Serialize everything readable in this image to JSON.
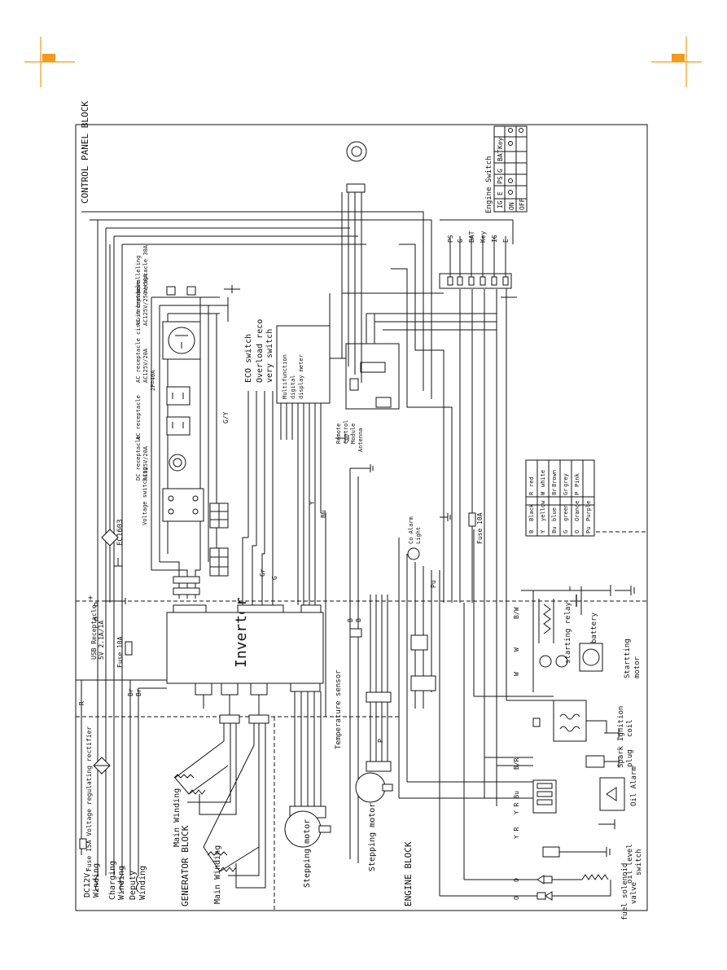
{
  "blocks": {
    "control_panel": "CONTROL PANEL BLOCK",
    "generator": "GENERATOR BLOCK",
    "engine": "ENGINE BLOCK"
  },
  "components": {
    "inverter": "Inverter",
    "usb": "USB Receptacle",
    "usb_rating": "5V 2.1A/1A",
    "fuse_usb": "Fuse 10A",
    "fuse_dc": "Fuse 10A",
    "fuse_15a_rect": "Fuse 15A Voltage regulating rectifier",
    "ec": "EC1603",
    "eco_switch": "ECO switch",
    "overload": "Overload reco",
    "overload2": "very switch",
    "display": "Multifunction",
    "display2": "digital",
    "display3": "display meter",
    "remote": "Remote",
    "remote2": "Control",
    "remote3": "Module",
    "remote4": "Antenna",
    "co_alarm": "Co Alarm",
    "co_alarm2": "Light",
    "temp_sensor": "Temperature sensor",
    "stepping_motor_gen": "Stepping motor",
    "stepping_motor_eng": "Stepping motor",
    "main_winding_1": "Main Winding",
    "main_winding_2": "Main Winding",
    "dc12v_1": "DC12V-",
    "dc12v_2": "Winding",
    "charging_1": "Charging",
    "charging_2": "Winding",
    "deputy_1": "Deputy",
    "deputy_2": "Winding",
    "starting_relay": "starting relay",
    "battery": "battery",
    "starting_motor": "Startting",
    "starting_motor2": "motor",
    "ignition_coil": "Ignition",
    "ignition_coil2": "coil",
    "spark_plug": "Spark",
    "spark_plug2": "plug",
    "oil_alarm": "Oil Alarm",
    "oil_level_switch": "oil level",
    "oil_level_switch2": "switch",
    "fuel_solenoid": "fuel solenoid",
    "fuel_solenoid2": "valve",
    "voltage_switching": "Voltage switching",
    "dc_receptacle": "DC receptacle",
    "ac_receptacle_1": "AC receptacle",
    "ac_receptacle_1b": "AC125V/20A",
    "ac_receptacle_2": "AC receptacle",
    "ac_receptacle_2b": "AC125V/20A AC125V/20A",
    "ac_breaker": "AC receptacle circuit breaker",
    "ac_breaker2": "AC125V/20A",
    "ac_30a": "AC receptacle",
    "ac_30a2": "AC125V/250V/50A",
    "parallel": "paralleling",
    "parallel2": "receptacle 30A",
    "ac_25v": "AC125V/250V/50A",
    "two_40a": "2P=40A",
    "gy": "G/Y",
    "fuse_10a_engine": "Fuse 10A"
  },
  "engine_switch": {
    "title": "Engine Switch",
    "header": [
      "",
      "IG",
      "E",
      "PS",
      "G",
      "BAT",
      "Key"
    ],
    "rows": [
      "ON",
      "OFF"
    ],
    "terminals": [
      "PS",
      "G",
      "BAT",
      "Key",
      "IG",
      "E"
    ]
  },
  "color_legend": {
    "rows": [
      [
        "B",
        "Black",
        "R",
        "red"
      ],
      [
        "Y",
        "yellow",
        "W",
        "white"
      ],
      [
        "Bu",
        "blue",
        "Br",
        "Brown"
      ],
      [
        "G",
        "green",
        "Gr",
        "grey"
      ],
      [
        "O",
        "Orange",
        "P",
        "Pink"
      ],
      [
        "Pu",
        "Purple",
        "",
        ""
      ]
    ]
  },
  "wire_labels": {
    "bw": "B/W",
    "br": "B/R",
    "w1": "W",
    "w2": "W",
    "yrbu": "Y R Bu",
    "yr": "Y R",
    "b_a": "B",
    "b_b": "B",
    "r_a": "R",
    "br_a": "Br",
    "br_b": "Br",
    "o_a": "O",
    "o_b": "O",
    "g_a": "G",
    "y_a": "Y",
    "p_a": "P",
    "bu_a": "Bu",
    "pu_a": "Pu",
    "gr_a": "Gr"
  }
}
